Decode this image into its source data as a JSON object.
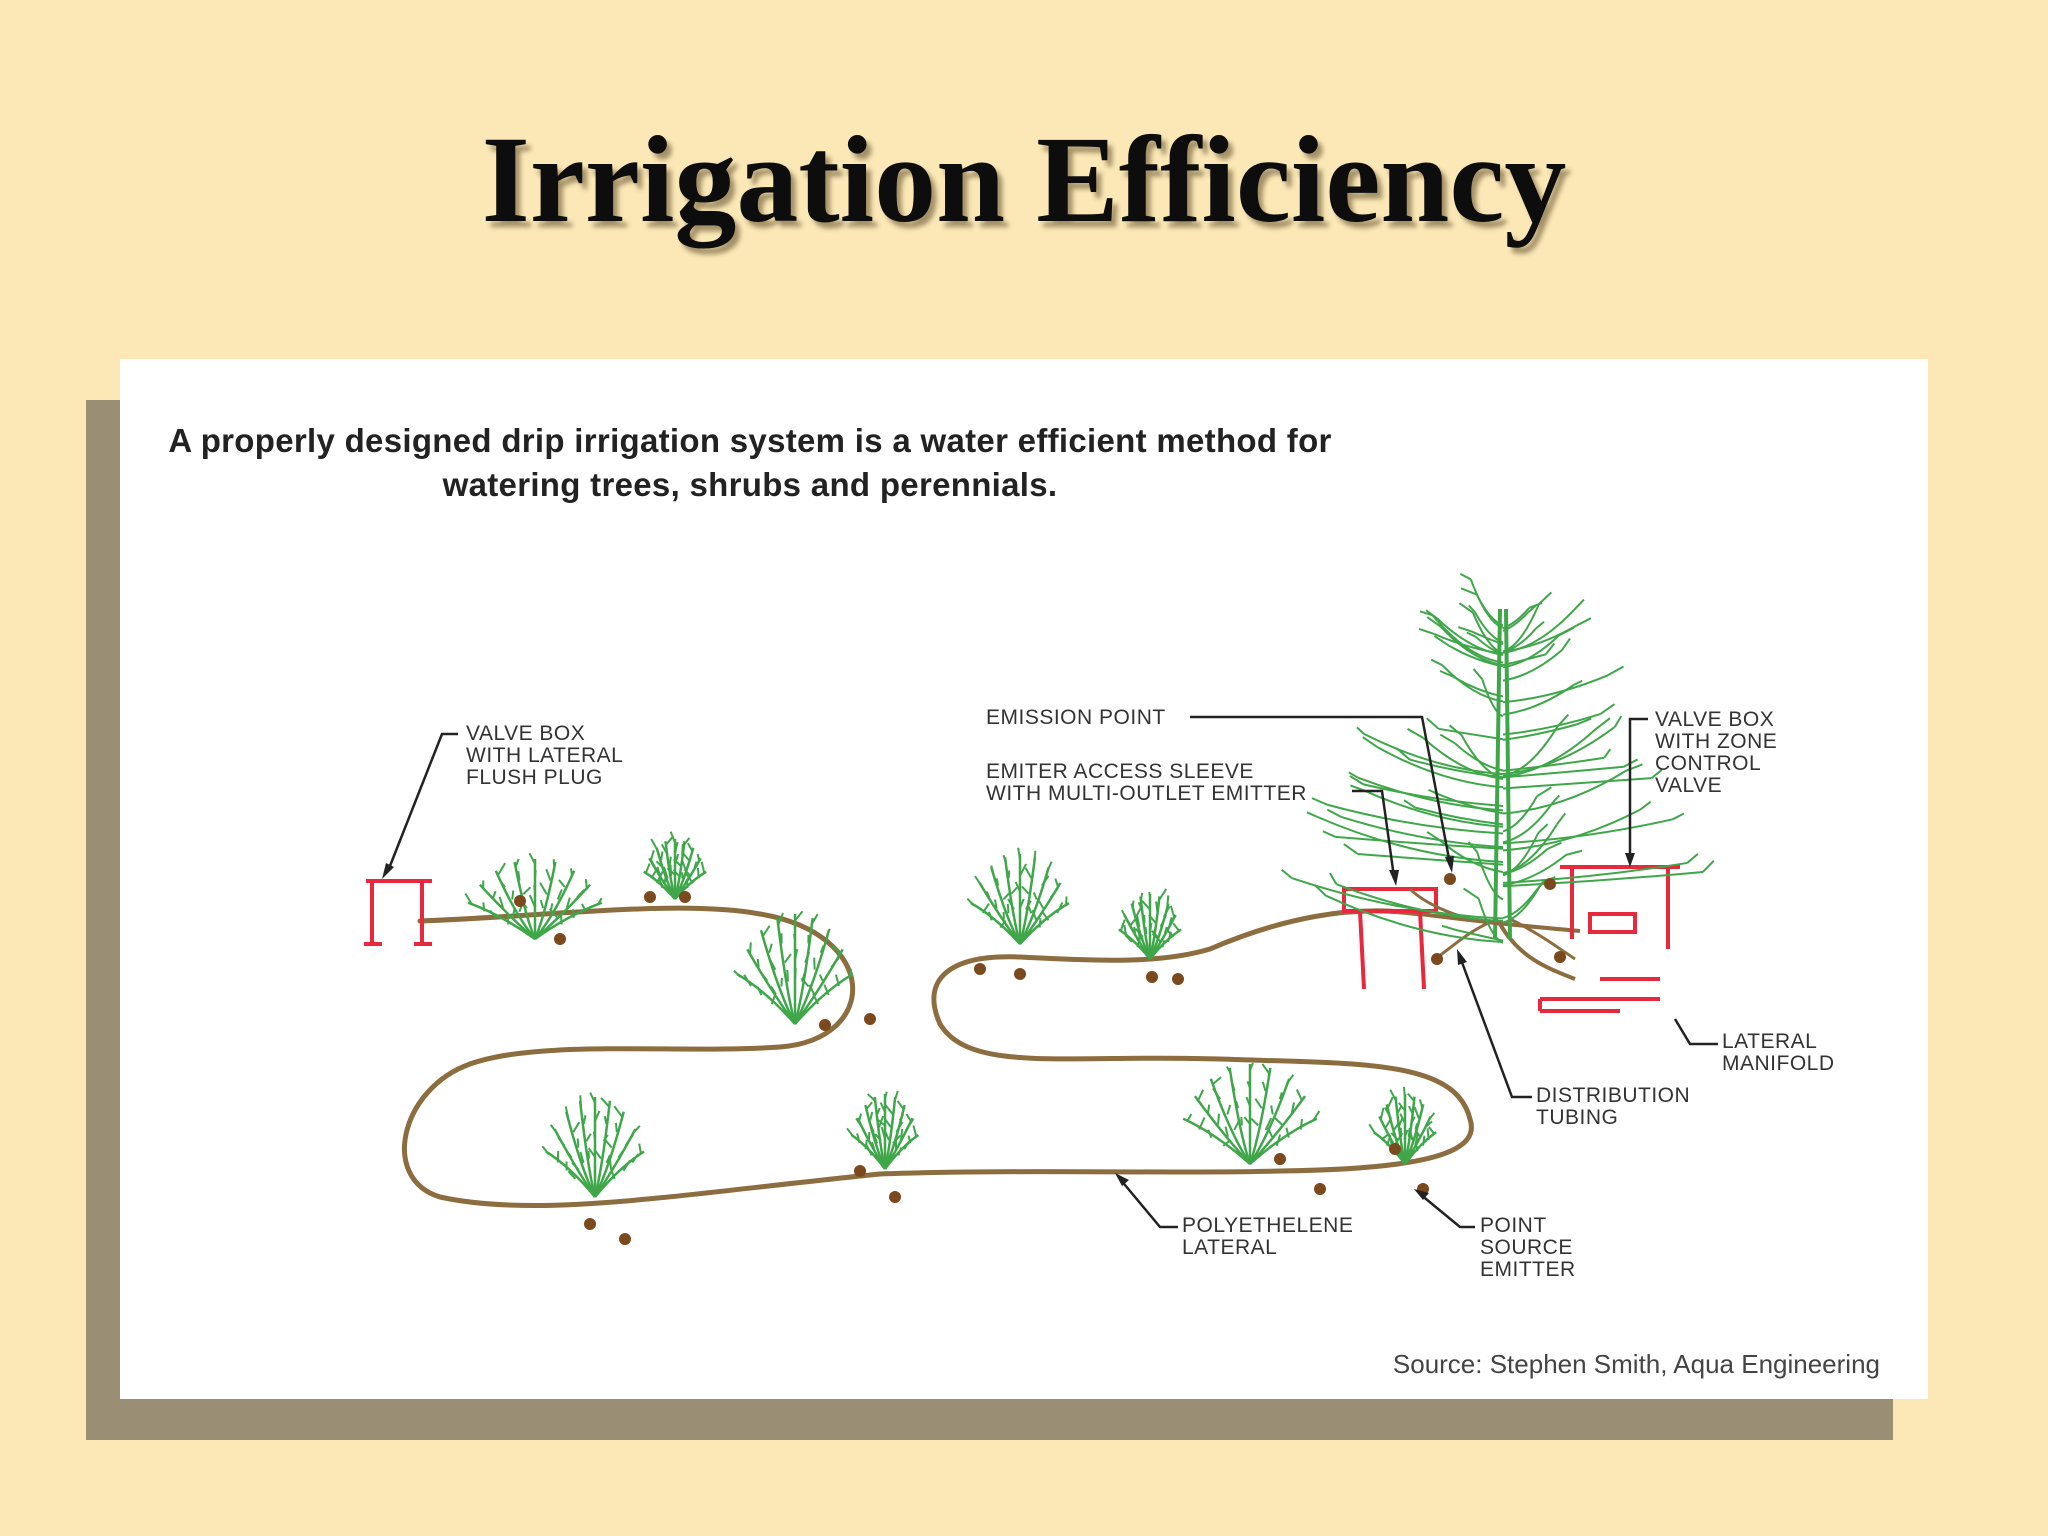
{
  "slide": {
    "title": "Irrigation Efficiency"
  },
  "figure": {
    "caption": "A properly designed drip irrigation system is a water efficient method for watering trees, shrubs and perennials.",
    "source": "Source: Stephen Smith, Aqua Engineering",
    "labels": {
      "valve_box_flush": "Valve box\nwith lateral\nflush plug",
      "emission_point": "Emission point",
      "emitter_access_sleeve": "Emiter access sleeve\nwith multi-outlet emitter",
      "valve_box_zone": "Valve box\nwith zone\ncontrol\nvalve",
      "lateral_manifold": "Lateral\nmanifold",
      "distribution_tubing": "Distribution\ntubing",
      "polyethelene_lateral": "Polyethelene\nlateral",
      "point_source_emitter": "Point\nsource\nemitter"
    },
    "colors": {
      "tubing": "#8c6d3f",
      "foliage": "#3fa64a",
      "valve_box": "#e8283c",
      "emitter": "#7a4a1e",
      "leader": "#222222"
    }
  }
}
